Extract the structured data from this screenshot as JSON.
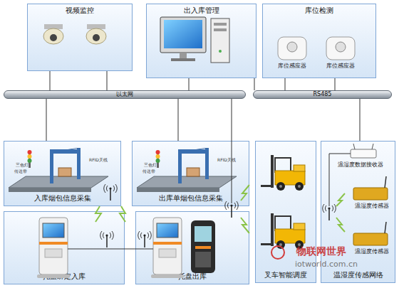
{
  "diagram": {
    "nodes": [
      {
        "text": [
          "视频监控"
        ]
      },
      {
        "text": [
          "出入库管理"
        ]
      },
      {
        "text": [
          "库位检测"
        ]
      },
      {
        "text": [
          "以太网"
        ]
      },
      {
        "text": [
          "RS485"
        ]
      },
      {
        "text": [
          "入库烟包信息采集"
        ]
      },
      {
        "text": [
          "出库单烟包信息采集"
        ]
      },
      {
        "text": [
          "叉车智能调度"
        ]
      },
      {
        "text": [
          "温湿度传感网络"
        ]
      },
      {
        "text": [
          "托盘绑定入库"
        ]
      },
      {
        "text": [
          "托盘出库"
        ]
      }
    ],
    "edges": [
      {
        "from": 0,
        "to": 3,
        "arrow": "none"
      },
      {
        "from": 1,
        "to": 3,
        "arrow": "none"
      },
      {
        "from": 1,
        "to": 4,
        "arrow": "none"
      },
      {
        "from": 2,
        "to": 4,
        "arrow": "none"
      },
      {
        "from": 3,
        "to": 5,
        "arrow": "none"
      },
      {
        "from": 3,
        "to": 6,
        "arrow": "none"
      },
      {
        "from": 4,
        "to": 8,
        "arrow": "none"
      },
      {
        "from": 9,
        "to": 10,
        "arrow": "none"
      }
    ],
    "labels": [
      "库位感应器",
      "库位感应器",
      "温湿度数据接收器",
      "温湿度传感器",
      "温湿度传感器",
      "三色灯",
      "传送带",
      "RFID天线",
      "三色灯",
      "传送带",
      "RFID天线",
      "物联网世界",
      "iotworld.com.cn"
    ]
  }
}
